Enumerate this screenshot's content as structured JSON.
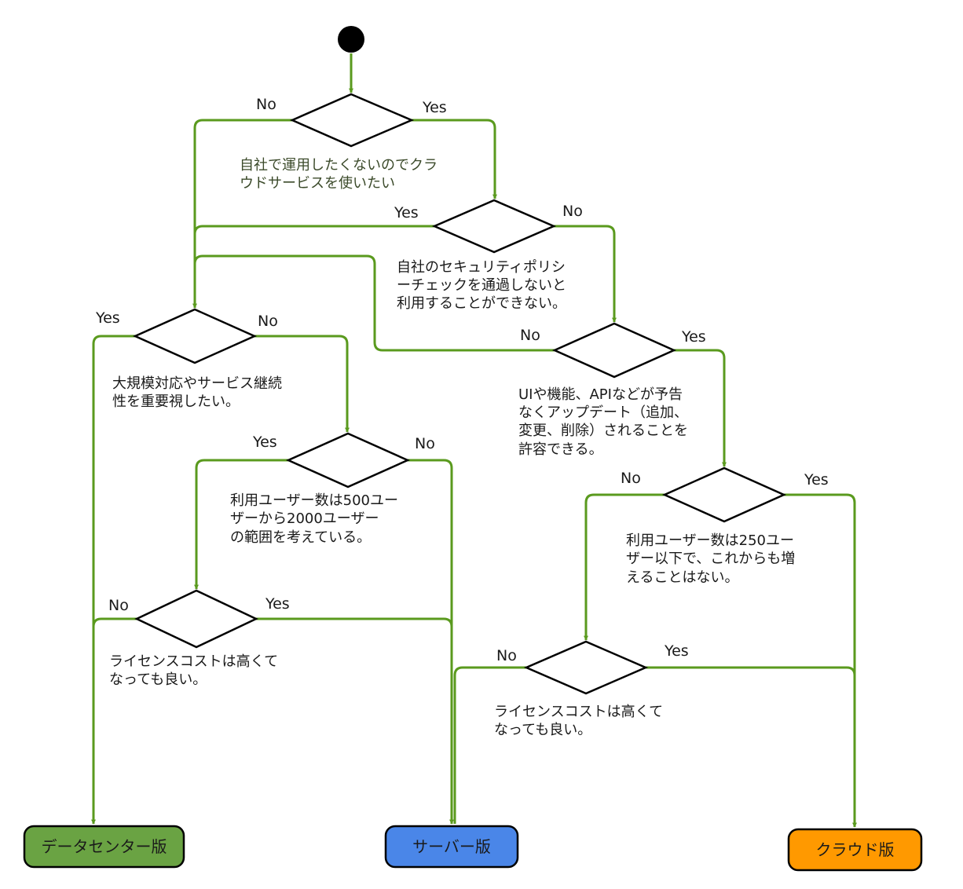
{
  "colors": {
    "line": "#5a9a1e",
    "datacenter": "#6aa343",
    "server": "#4a86e8",
    "cloud": "#ff9900"
  },
  "questions": [
    {
      "lines": [
        "自社で運用したくないのでクラ",
        "ウドサービスを使いたい"
      ],
      "yes": "Yes",
      "no": "No"
    },
    {
      "lines": [
        "自社のセキュリティポリシ",
        "ーチェックを通過しないと",
        "利用することができない。"
      ],
      "yes": "Yes",
      "no": "No"
    },
    {
      "lines": [
        "大規模対応やサービス継続",
        "性を重要視したい。"
      ],
      "yes": "Yes",
      "no": "No"
    },
    {
      "lines": [
        "UIや機能、APIなどが予告",
        "なくアップデート（追加、",
        "変更、削除）されることを",
        "許容できる。"
      ],
      "yes": "Yes",
      "no": "No"
    },
    {
      "lines": [
        "利用ユーザー数は500ユー",
        "ザーから2000ユーザー",
        "の範囲を考えている。"
      ],
      "yes": "Yes",
      "no": "No"
    },
    {
      "lines": [
        "利用ユーザー数は250ユー",
        "ザー以下で、これからも増",
        "えることはない。"
      ],
      "yes": "Yes",
      "no": "No"
    },
    {
      "lines": [
        "ライセンスコストは高くて",
        "なっても良い。"
      ],
      "yes": "Yes",
      "no": "No"
    },
    {
      "lines": [
        "ライセンスコストは高くて",
        "なっても良い。"
      ],
      "yes": "Yes",
      "no": "No"
    }
  ],
  "outcomes": {
    "datacenter": "データセンター版",
    "server": "サーバー版",
    "cloud": "クラウド版"
  }
}
